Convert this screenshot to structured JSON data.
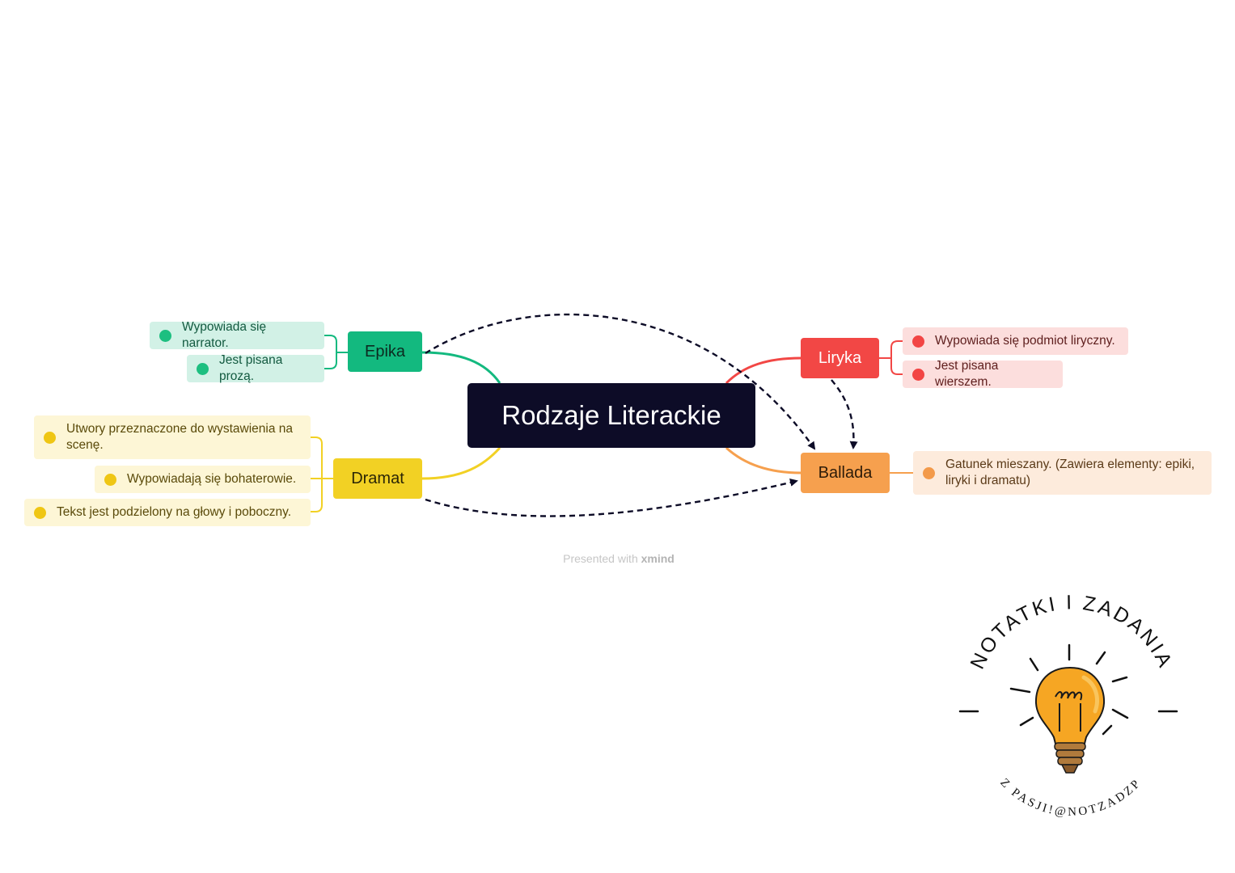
{
  "central": "Rodzaje Literackie",
  "topics": {
    "epika": {
      "label": "Epika",
      "color": "#13b97f",
      "leaves": [
        "Wypowiada się narrator.",
        "Jest pisana prozą."
      ]
    },
    "dramat": {
      "label": "Dramat",
      "color": "#f2d124",
      "leaves": [
        "Utwory przeznaczone do wystawienia na scenę.",
        "Wypowiadają się bohaterowie.",
        "Tekst jest podzielony na głowy i poboczny."
      ]
    },
    "liryka": {
      "label": "Liryka",
      "color": "#f24745",
      "leaves": [
        "Wypowiada się podmiot liryczny.",
        "Jest pisana wierszem."
      ]
    },
    "ballada": {
      "label": "Ballada",
      "color": "#f6a04e",
      "leaves": [
        "Gatunek mieszany. (Zawiera elementy: epiki, liryki i dramatu)"
      ]
    }
  },
  "watermark": {
    "prefix": "Presented with",
    "brand": "xmind"
  },
  "logo": {
    "arc_top": "NOTATKI I ZADANIA",
    "arc_bottom": "Z PASJI!@NOTZADZP",
    "icon": "lightbulb-icon"
  }
}
